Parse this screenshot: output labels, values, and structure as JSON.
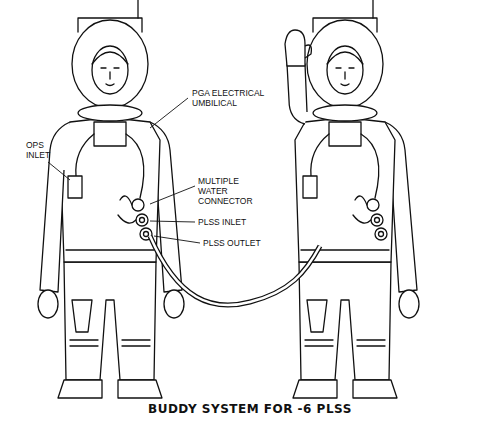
{
  "diagram": {
    "title": "BUDDY SYSTEM FOR -6 PLSS",
    "labels": [
      "PGA ELECTRICAL UMBILICAL",
      "OPS INLET",
      "MULTIPLE WATER CONNECTOR",
      "PLSS INLET",
      "PLSS OUTLET"
    ]
  }
}
